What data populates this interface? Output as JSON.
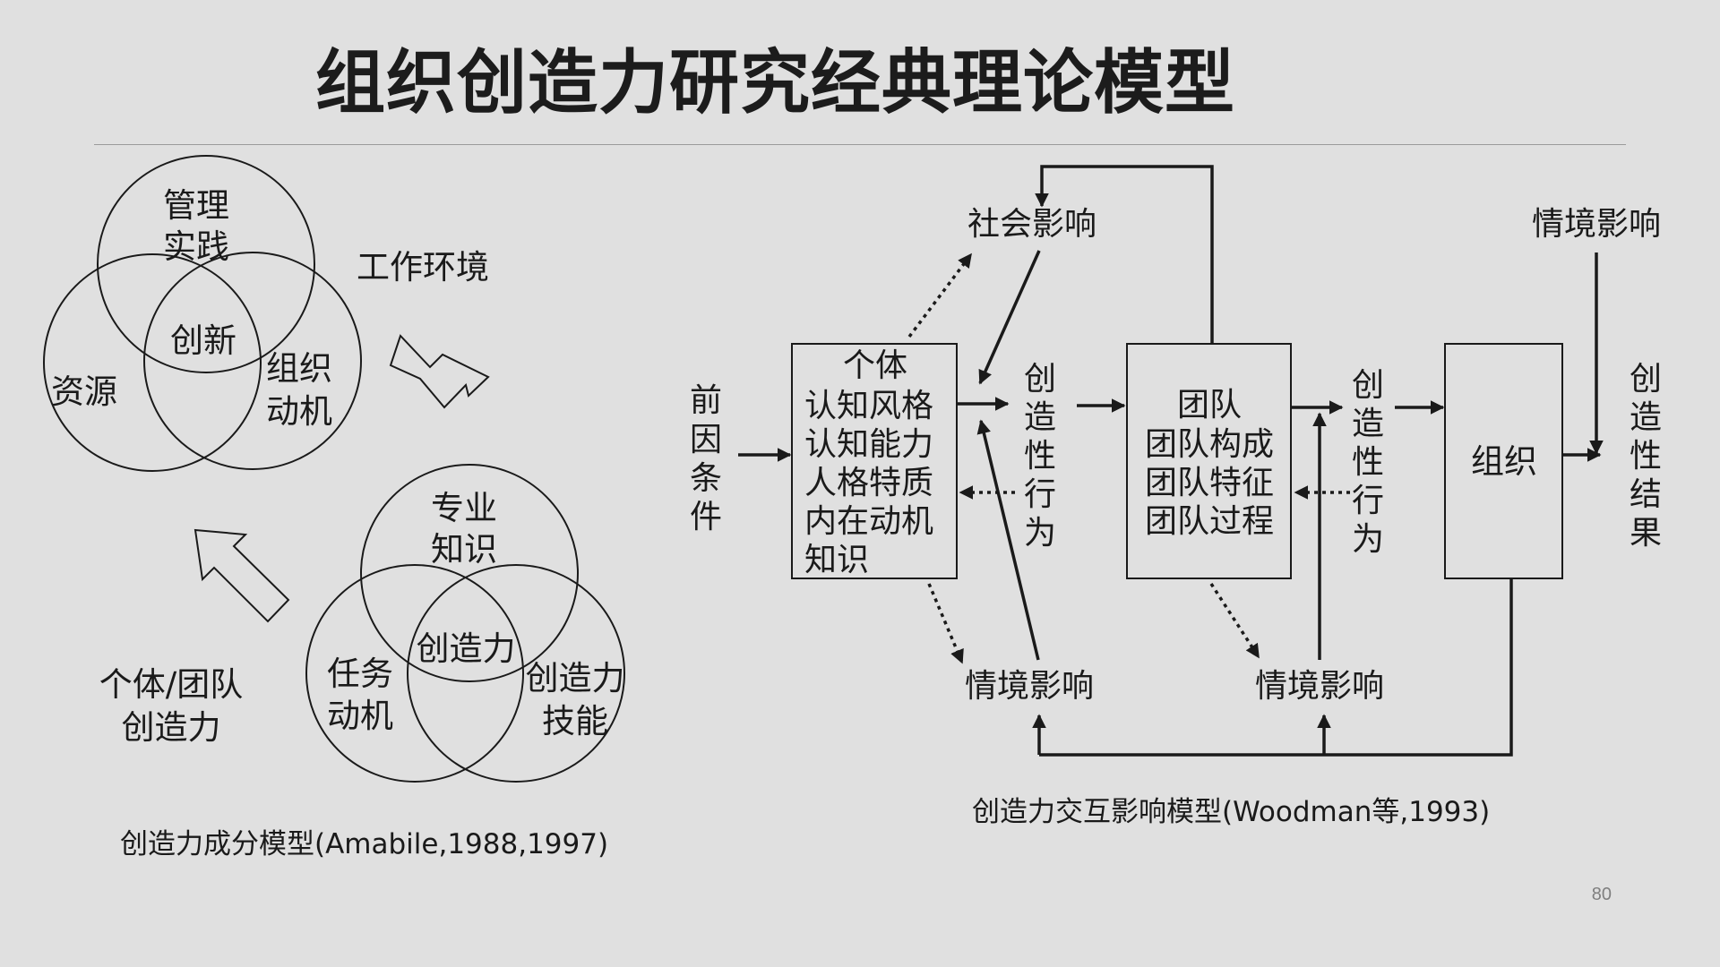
{
  "slide": {
    "title": "组织创造力研究经典理论模型",
    "page_number": "80"
  },
  "left_model": {
    "venn_top": {
      "top_circle": [
        "管理",
        "实践"
      ],
      "left_circle": "资源",
      "right_circle": [
        "组织",
        "动机"
      ],
      "center": "创新"
    },
    "work_environment": "工作环境",
    "venn_bottom": {
      "top_circle": [
        "专业",
        "知识"
      ],
      "left_circle": [
        "任务",
        "动机"
      ],
      "right_circle": [
        "创造力",
        "技能"
      ],
      "center": "创造力"
    },
    "individual_team": [
      "个体/团队",
      "创造力"
    ],
    "caption": "创造力成分模型(Amabile,1988,1997)"
  },
  "right_model": {
    "antecedents": [
      "前",
      "因",
      "条",
      "件"
    ],
    "individual_box": [
      "个体",
      "认知风格",
      "认知能力",
      "人格特质",
      "内在动机",
      "知识"
    ],
    "social_influence": "社会影响",
    "creative_behavior_1": [
      "创",
      "造",
      "性",
      "行",
      "为"
    ],
    "team_box": [
      "团队",
      "团队构成",
      "团队特征",
      "团队过程"
    ],
    "creative_behavior_2": [
      "创",
      "造",
      "性",
      "行",
      "为"
    ],
    "org_box": "组织",
    "situational_influence_top": "情境影响",
    "creative_outcome": [
      "创",
      "造",
      "性",
      "结",
      "果"
    ],
    "situational_influence_1": "情境影响",
    "situational_influence_2": "情境影响",
    "caption": "创造力交互影响模型(Woodman等,1993)"
  },
  "colors": {
    "background": "#e0e0e0",
    "ink": "#1a1a1a",
    "divider": "#9a9a9a"
  }
}
